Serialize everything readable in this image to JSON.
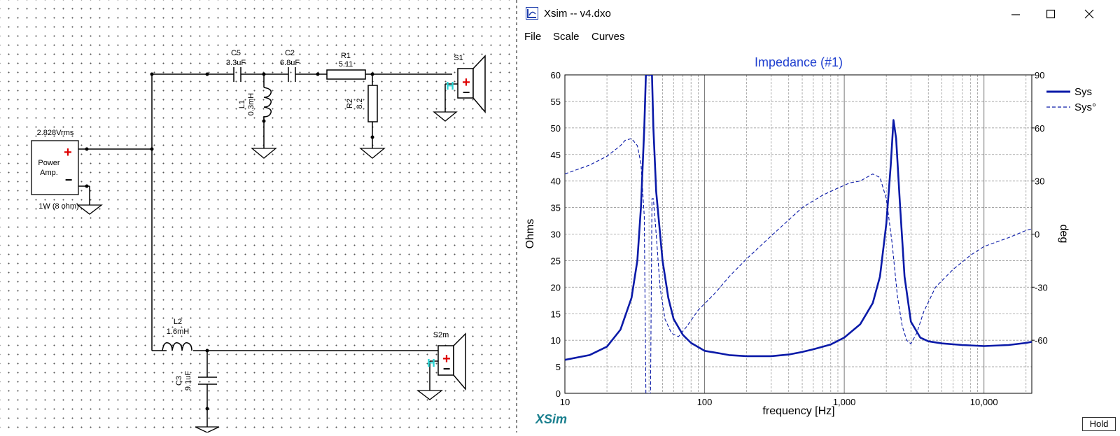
{
  "schematic": {
    "labels": {
      "c5_name": "C5",
      "c5_value": "3.3uF",
      "c2_name": "C2",
      "c2_value": "6.8uF",
      "r1_name": "R1",
      "r1_value": "5.11",
      "l1_name": "L1",
      "l1_value": "0.3mH",
      "r2_name": "R2",
      "r2_value": "8.2",
      "s1_name": "S1",
      "source_voltage": "2.828Vrms",
      "amp_line1": "Power",
      "amp_line2": "Amp.",
      "amp_power": "1W (8 ohm)",
      "l2_name": "L2",
      "l2_value": "1.6mH",
      "c3_name": "C3",
      "c3_value": "9.1uF",
      "s2_name": "S2m",
      "driver_h": "H",
      "plus": "+",
      "minus": "−"
    }
  },
  "window": {
    "title": "Xsim -- v4.dxo",
    "minimize": "—",
    "maximize": "☐",
    "close": "✕"
  },
  "menu": {
    "items": [
      "File",
      "Scale",
      "Curves"
    ]
  },
  "chart_data": {
    "type": "line",
    "title": "Impedance (#1)",
    "xlabel": "frequency [Hz]",
    "ylabel": "Ohms",
    "y2label": "deg",
    "xscale": "log",
    "xlim": [
      10,
      22000
    ],
    "ylim": [
      0,
      60
    ],
    "y2lim": [
      -90,
      90
    ],
    "x_ticks": [
      "10",
      "100",
      "1,000",
      "10,000"
    ],
    "y_ticks": [
      "0",
      "5",
      "10",
      "15",
      "20",
      "25",
      "30",
      "35",
      "40",
      "45",
      "50",
      "55",
      "60"
    ],
    "y2_ticks": [
      "-60",
      "-30",
      "0",
      "30",
      "60",
      "90"
    ],
    "grid": true,
    "legend": "top-right",
    "series": [
      {
        "name": "Sys",
        "axis": "left",
        "style": "solid",
        "color": "#0a1aa8",
        "points": [
          [
            10,
            6.3
          ],
          [
            15,
            7.2
          ],
          [
            20,
            8.8
          ],
          [
            25,
            12
          ],
          [
            30,
            18
          ],
          [
            33,
            25
          ],
          [
            35,
            35
          ],
          [
            37,
            50
          ],
          [
            38,
            60
          ],
          [
            42,
            60
          ],
          [
            43,
            50
          ],
          [
            45,
            38
          ],
          [
            50,
            25
          ],
          [
            55,
            18
          ],
          [
            60,
            14
          ],
          [
            70,
            11
          ],
          [
            80,
            9.5
          ],
          [
            100,
            8
          ],
          [
            130,
            7.5
          ],
          [
            150,
            7.2
          ],
          [
            200,
            7.0
          ],
          [
            300,
            7.0
          ],
          [
            400,
            7.3
          ],
          [
            500,
            7.8
          ],
          [
            600,
            8.3
          ],
          [
            800,
            9.2
          ],
          [
            1000,
            10.5
          ],
          [
            1300,
            13
          ],
          [
            1600,
            17
          ],
          [
            1800,
            22
          ],
          [
            2000,
            32
          ],
          [
            2150,
            43
          ],
          [
            2250,
            51.5
          ],
          [
            2350,
            48
          ],
          [
            2500,
            36
          ],
          [
            2700,
            22
          ],
          [
            3000,
            13.5
          ],
          [
            3500,
            10.5
          ],
          [
            4000,
            9.8
          ],
          [
            5000,
            9.4
          ],
          [
            7000,
            9.1
          ],
          [
            10000,
            8.9
          ],
          [
            15000,
            9.1
          ],
          [
            20000,
            9.5
          ],
          [
            22000,
            9.7
          ]
        ]
      },
      {
        "name": "Sys°",
        "axis": "right",
        "style": "dashed",
        "color": "#0a1aa8",
        "points": [
          [
            10,
            34
          ],
          [
            15,
            39
          ],
          [
            20,
            44
          ],
          [
            25,
            50
          ],
          [
            27,
            53
          ],
          [
            30,
            54
          ],
          [
            33,
            50
          ],
          [
            35,
            40
          ],
          [
            37,
            10
          ],
          [
            38,
            -90
          ],
          [
            41,
            -90
          ],
          [
            42,
            20
          ],
          [
            43,
            20
          ],
          [
            45,
            0
          ],
          [
            48,
            -30
          ],
          [
            52,
            -48
          ],
          [
            58,
            -56
          ],
          [
            65,
            -58
          ],
          [
            75,
            -52
          ],
          [
            90,
            -43
          ],
          [
            120,
            -33
          ],
          [
            150,
            -24
          ],
          [
            200,
            -14
          ],
          [
            300,
            -1
          ],
          [
            400,
            8
          ],
          [
            500,
            15
          ],
          [
            700,
            22
          ],
          [
            900,
            26
          ],
          [
            1100,
            29
          ],
          [
            1300,
            30
          ],
          [
            1600,
            34
          ],
          [
            1800,
            32
          ],
          [
            2000,
            20
          ],
          [
            2200,
            -5
          ],
          [
            2400,
            -35
          ],
          [
            2600,
            -52
          ],
          [
            2800,
            -60
          ],
          [
            3000,
            -62
          ],
          [
            3300,
            -56
          ],
          [
            3700,
            -44
          ],
          [
            4500,
            -30
          ],
          [
            6000,
            -20
          ],
          [
            8000,
            -12
          ],
          [
            10000,
            -7
          ],
          [
            15000,
            -2
          ],
          [
            20000,
            2
          ],
          [
            22000,
            3
          ]
        ]
      }
    ]
  },
  "extras": {
    "logo": "XSim",
    "hold": "Hold"
  }
}
